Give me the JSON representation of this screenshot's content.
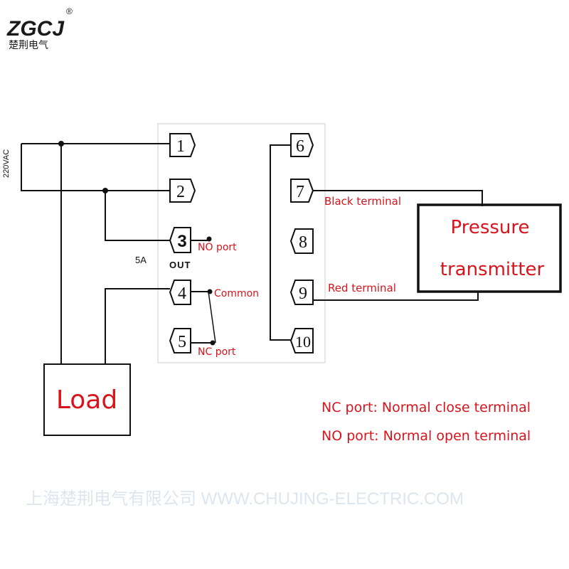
{
  "logo": {
    "brand": "ZGCJ",
    "registered": "®",
    "subtitle": "楚荆电气"
  },
  "supply": {
    "label": "220VAC"
  },
  "relay": {
    "current_rating": "5A",
    "out_label": "OUT",
    "terminals": [
      "1",
      "2",
      "3",
      "4",
      "5",
      "6",
      "7",
      "8",
      "9",
      "10"
    ]
  },
  "ports": {
    "no_port": "NO port",
    "common": "Common",
    "nc_port": "NC port"
  },
  "sensor": {
    "black_terminal": "Black terminal",
    "red_terminal": "Red terminal",
    "line1": "Pressure",
    "line2": "transmitter"
  },
  "load": {
    "label": "Load"
  },
  "legend": {
    "nc": "NC port: Normal close terminal",
    "no": "NO port: Normal open terminal"
  },
  "watermark": "上海楚荆电气有限公司 WWW.CHUJING-ELECTRIC.COM",
  "colors": {
    "line": "#111111",
    "red_text": "#d8141c",
    "watermark": "#dde6ef"
  }
}
